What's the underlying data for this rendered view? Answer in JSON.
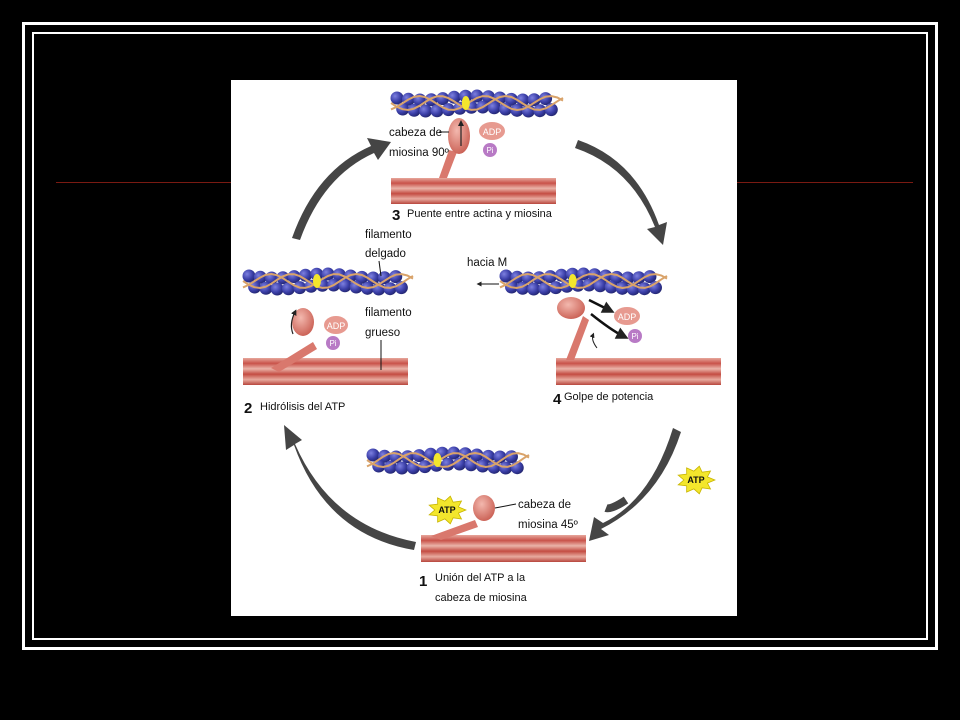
{
  "colors": {
    "background": "#000000",
    "frame": "#ffffff",
    "accent_line": "#7a1a12",
    "panel": "#ffffff",
    "cycle_arrow": "#454545",
    "actin_bead": "#3b3fa8",
    "tropomyosin": "#d9a36a",
    "myosin": "#d9786d",
    "thick_filament": "#c9534a",
    "adp": "#e79a90",
    "phosphate": "#b87ac5",
    "atp_burst": "#f3e62c"
  },
  "stages": {
    "s1": {
      "number": "1",
      "title_line1": "Unión del ATP a la",
      "title_line2": "cabeza de miosina",
      "head_label_line1": "cabeza de",
      "head_label_line2": "miosina 45º",
      "atp_bound": "ATP",
      "atp_free": "ATP"
    },
    "s2": {
      "number": "2",
      "title": "Hidrólisis del ATP",
      "thin_label_line1": "filamento",
      "thin_label_line2": "delgado",
      "thick_label_line1": "filamento",
      "thick_label_line2": "grueso",
      "adp": "ADP",
      "pi": "Pi"
    },
    "s3": {
      "number": "3",
      "title": "Puente entre actina y miosina",
      "head_label_line1": "cabeza de",
      "head_label_line2": "miosina 90º",
      "adp": "ADP",
      "pi": "Pi"
    },
    "s4": {
      "number": "4",
      "title": "Golpe de potencia",
      "direction": "hacia M",
      "adp": "ADP",
      "pi": "Pi"
    }
  }
}
